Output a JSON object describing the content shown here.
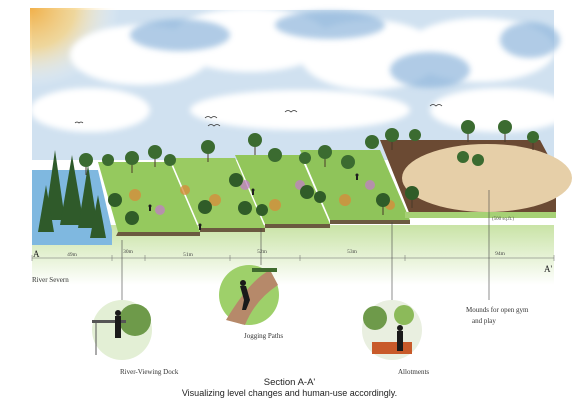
{
  "section": {
    "marker_left": "A",
    "marker_right": "A'",
    "title": "Section A-A'",
    "subtitle": "Visualizing level changes and human-use accordingly."
  },
  "dimensions": [
    "49m",
    "30m",
    "51m",
    "52m",
    "53m",
    "94m"
  ],
  "mound_note": "(500 sq.ft.)",
  "callouts": [
    {
      "label": "River Severn"
    },
    {
      "label": "River-Viewing Dock"
    },
    {
      "label": "Jogging Paths"
    },
    {
      "label": "Allotments"
    },
    {
      "label": "Mounds for open gym",
      "label2": "and play"
    }
  ],
  "colors": {
    "sky": "#b9d3ea",
    "grass": "#8fc65a",
    "soil": "#6b4a33",
    "sand": "#e6cfa8",
    "water": "#7fb8e0",
    "tree_dark": "#2f5a2a"
  }
}
